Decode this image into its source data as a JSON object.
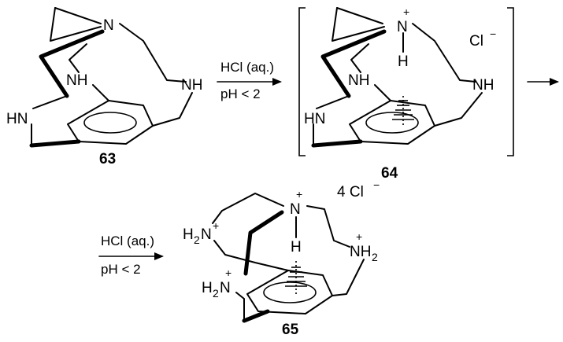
{
  "compounds": {
    "c63": {
      "number": "63",
      "atoms": {
        "n_top": "N",
        "nh_left": "NH",
        "nh_right": "NH",
        "hn": "HN"
      }
    },
    "c64": {
      "number": "64",
      "atoms": {
        "n_top": "N",
        "charge": "+",
        "h": "H",
        "nh_left": "NH",
        "nh_right": "NH",
        "hn": "HN"
      },
      "counterion": "Cl",
      "counterion_charge": "−"
    },
    "c65": {
      "number": "65",
      "atoms": {
        "n_top": "N",
        "charge": "+",
        "h": "H",
        "h2n_left": "H",
        "h2n_left_sub": "2",
        "h2n_left_n": "N",
        "h2n_left_charge": "+",
        "nh2_right_n": "NH",
        "nh2_right_sub": "2",
        "nh2_right_charge": "+",
        "h2n_bottom": "H",
        "h2n_bottom_sub": "2",
        "h2n_bottom_n": "N",
        "h2n_bottom_charge": "+"
      },
      "counterion": "4 Cl",
      "counterion_charge": "−"
    }
  },
  "arrows": [
    {
      "reagent": "HCl (aq.)",
      "condition": "pH  <  2"
    },
    {
      "reagent": "",
      "condition": ""
    },
    {
      "reagent": "HCl (aq.)",
      "condition": "pH  <  2"
    }
  ]
}
